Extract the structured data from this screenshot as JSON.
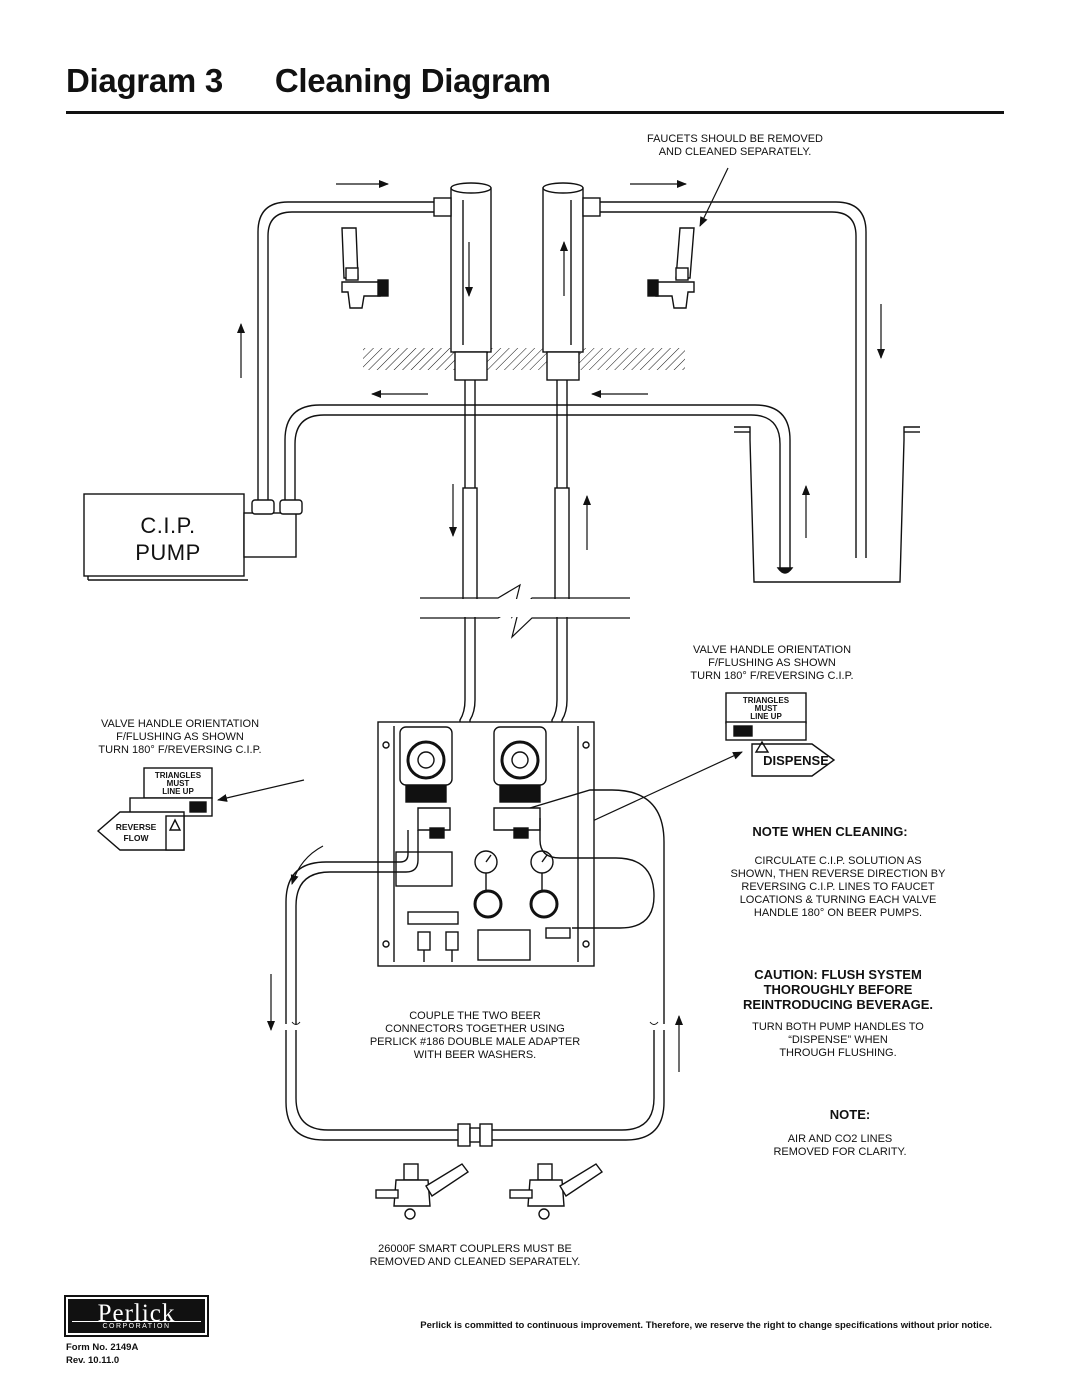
{
  "page": {
    "title_number": "Diagram 3",
    "title_name": "Cleaning Diagram"
  },
  "labels": {
    "faucets": [
      "FAUCETS SHOULD BE REMOVED",
      "AND CLEANED SEPARATELY."
    ],
    "pump": [
      "C.I.P.",
      "PUMP"
    ],
    "valve_right": [
      "VALVE HANDLE ORIENTATION",
      "F/FLUSHING AS SHOWN",
      "TURN 180° F/REVERSING C.I.P."
    ],
    "valve_left": [
      "VALVE HANDLE ORIENTATION",
      "F/FLUSHING AS SHOWN",
      "TURN 180° F/REVERSING C.I.P."
    ],
    "couple": [
      "COUPLE THE TWO BEER",
      "CONNECTORS TOGETHER USING",
      "PERLICK #186 DOUBLE MALE ADAPTER",
      "WITH BEER WASHERS."
    ],
    "couplers": [
      "26000F SMART COUPLERS MUST BE",
      "REMOVED AND CLEANED SEPARATELY."
    ]
  },
  "tags": {
    "triangles": [
      "TRIANGLES",
      "MUST",
      "LINE UP"
    ],
    "dispense": "DISPENSE",
    "reverse": [
      "REVERSE",
      "FLOW"
    ]
  },
  "notes": {
    "cleaning_heading": "NOTE WHEN CLEANING:",
    "cleaning_body": [
      "CIRCULATE C.I.P. SOLUTION AS",
      "SHOWN, THEN REVERSE DIRECTION BY",
      "REVERSING C.I.P. LINES  TO FAUCET",
      "LOCATIONS & TURNING EACH VALVE",
      "HANDLE 180° ON BEER PUMPS."
    ],
    "caution_heading": [
      "CAUTION: FLUSH SYSTEM",
      "THOROUGHLY BEFORE",
      "REINTRODUCING BEVERAGE."
    ],
    "caution_body": [
      "TURN BOTH PUMP HANDLES TO",
      "“DISPENSE” WHEN",
      "THROUGH FLUSHING."
    ],
    "note_heading": "NOTE:",
    "note_body": [
      "AIR AND CO2 LINES",
      "REMOVED FOR CLARITY."
    ]
  },
  "footer": {
    "logo_brand": "Perlick",
    "logo_corp": "CORPORATION",
    "disclaimer": "Perlick is committed to continuous improvement. Therefore, we reserve the right to change specifications without prior notice.",
    "form_no": "Form No. 2149A",
    "rev": "Rev. 10.11.0"
  }
}
